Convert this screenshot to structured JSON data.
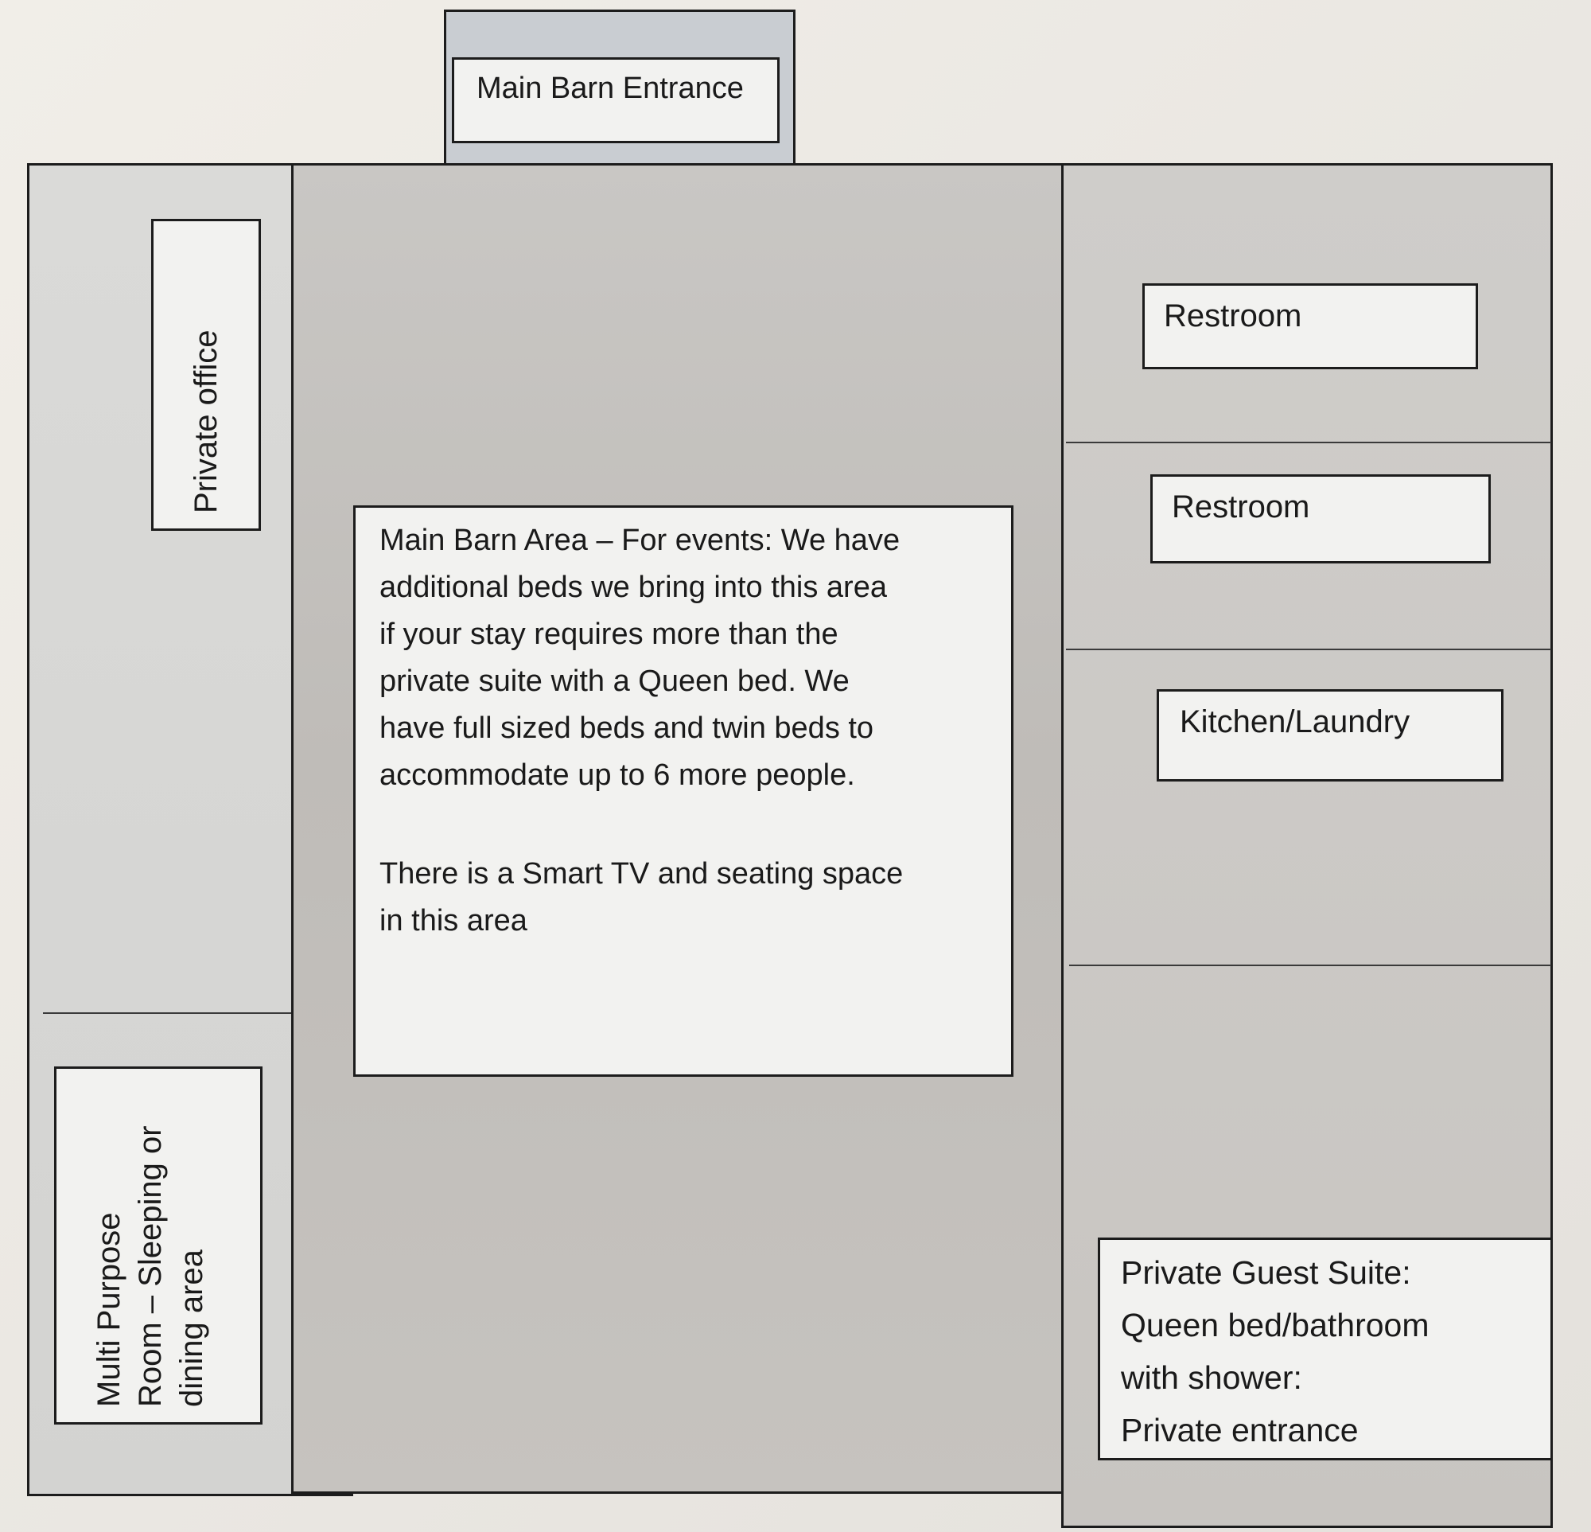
{
  "floor_plan": {
    "entrance": {
      "label": "Main Barn Entrance"
    },
    "left_column": {
      "office": {
        "label": "Private office"
      },
      "multipurpose": {
        "label": "Multi Purpose\nRoom – Sleeping or\ndining area"
      }
    },
    "main_area": {
      "text_lines": [
        "Main Barn Area – For events:  We have",
        "additional beds we bring into this area",
        "if your stay requires more than the",
        "private suite with a Queen bed.   We",
        "have full sized beds and twin beds to",
        "accommodate up to 6 more people."
      ],
      "extra_lines": [
        "There is a Smart TV and seating space",
        "in this area"
      ]
    },
    "right_column": {
      "restroom_1": {
        "label": "Restroom"
      },
      "restroom_2": {
        "label": "Restroom"
      },
      "kitchen": {
        "label": "Kitchen/Laundry"
      },
      "guest_suite": {
        "lines": [
          "Private Guest Suite:",
          "Queen bed/bathroom",
          "with shower:",
          "Private entrance"
        ]
      }
    }
  }
}
